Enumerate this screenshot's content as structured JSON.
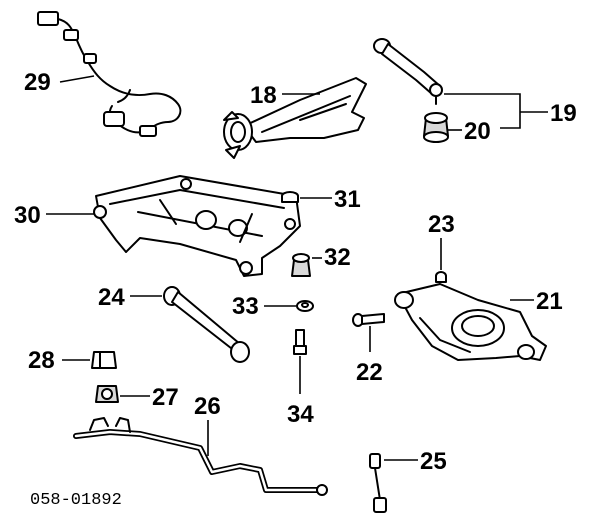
{
  "diagram": {
    "code": "058-01892",
    "callouts": {
      "p18": "18",
      "p19": "19",
      "p20": "20",
      "p21": "21",
      "p22": "22",
      "p23": "23",
      "p24": "24",
      "p25": "25",
      "p26": "26",
      "p27": "27",
      "p28": "28",
      "p29": "29",
      "p30": "30",
      "p31": "31",
      "p32": "32",
      "p33": "33",
      "p34": "34"
    }
  }
}
